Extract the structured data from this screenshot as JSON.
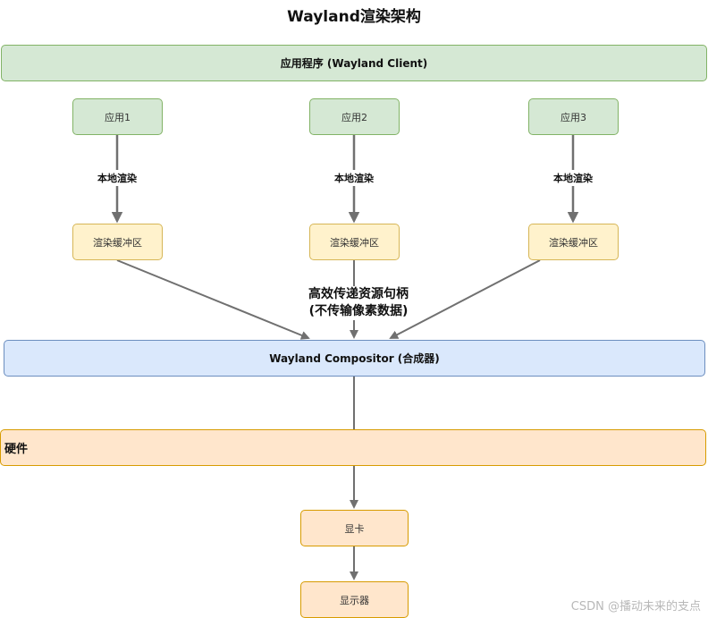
{
  "title": "Wayland渲染架构",
  "client_layer": {
    "label": "应用程序 (Wayland Client)"
  },
  "apps": [
    {
      "label": "应用1",
      "edge_label": "本地渲染",
      "buffer": "渲染缓冲区"
    },
    {
      "label": "应用2",
      "edge_label": "本地渲染",
      "buffer": "渲染缓冲区"
    },
    {
      "label": "应用3",
      "edge_label": "本地渲染",
      "buffer": "渲染缓冲区"
    }
  ],
  "handle_label": {
    "line1": "高效传递资源句柄",
    "line2": "(不传输像素数据)"
  },
  "compositor": {
    "label": "Wayland Compositor (合成器)"
  },
  "hardware": {
    "label": "硬件"
  },
  "gpu": {
    "label": "显卡"
  },
  "display": {
    "label": "显示器"
  },
  "watermark": "CSDN @播动未来的支点",
  "colors": {
    "green_fill": "#d5e8d4",
    "green_stroke": "#82b366",
    "yellow_fill": "#fff2cc",
    "yellow_stroke": "#d6b656",
    "blue_fill": "#dae8fc",
    "blue_stroke": "#6c8ebf",
    "orange_fill": "#ffe6cc",
    "orange_stroke": "#d79b00",
    "arrow": "#707070"
  }
}
